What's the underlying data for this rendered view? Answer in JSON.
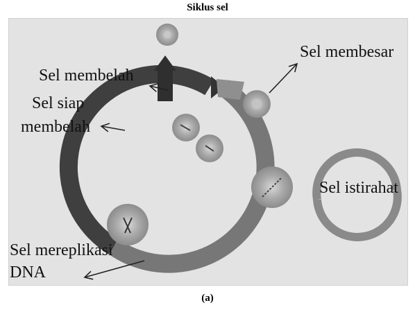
{
  "title": "Siklus sel",
  "caption": "(a)",
  "labels": {
    "sel_membesar": "Sel membesar",
    "sel_membelah": "Sel membelah",
    "sel_siap_line1": "Sel siap",
    "sel_siap_line2": "membelah",
    "sel_istirahat": "Sel istirahat",
    "sel_mereplikasi_line1": "Sel mereplikasi",
    "sel_mereplikasi_line2": "DNA"
  }
}
